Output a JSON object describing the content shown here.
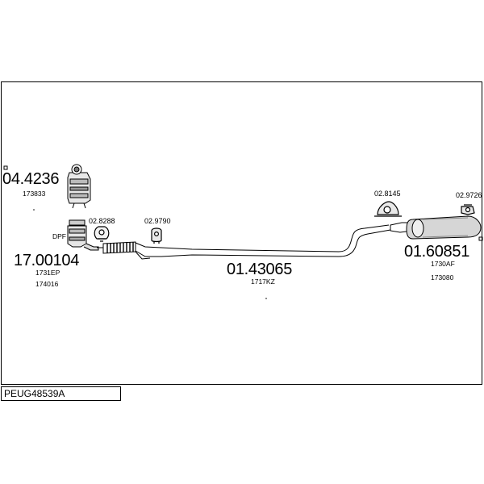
{
  "diagram": {
    "code": "PEUG48539A",
    "parts": {
      "cat_converter": {
        "number": "04.4236",
        "ref": "173833"
      },
      "dpf": {
        "tag": "DPF",
        "number": "17.00104",
        "ref1": "1731EP",
        "ref2": "174016"
      },
      "clamp_a": {
        "number": "02.8288"
      },
      "hanger_a": {
        "number": "02.9790"
      },
      "middle_pipe": {
        "number": "01.43065",
        "ref": "1717KZ"
      },
      "hanger_b": {
        "number": "02.8145"
      },
      "hanger_c": {
        "number": "02.9726"
      },
      "rear_silencer": {
        "number": "01.60851",
        "ref1": "1730AF",
        "ref2": "173080"
      }
    }
  }
}
